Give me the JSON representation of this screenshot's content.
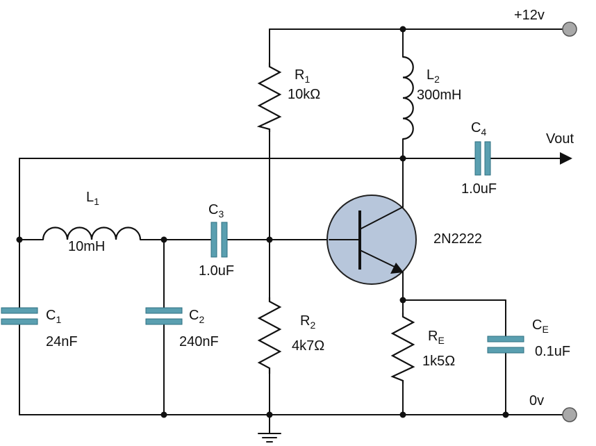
{
  "colors": {
    "wire": "#111111",
    "capacitor_plate": "#5a9fb0",
    "transistor_fill": "#b7c6db",
    "terminal": "#a9a9a9"
  },
  "terminals": {
    "supply": "+12v",
    "ground": "0v",
    "output": "Vout"
  },
  "components": {
    "r1": {
      "designator": "R",
      "sub": "1",
      "value": "10kΩ",
      "icon": "resistor"
    },
    "r2": {
      "designator": "R",
      "sub": "2",
      "value": "4k7Ω",
      "icon": "resistor"
    },
    "re": {
      "designator": "R",
      "sub": "E",
      "value": "1k5Ω",
      "icon": "resistor"
    },
    "l1": {
      "designator": "L",
      "sub": "1",
      "value": "10mH",
      "icon": "inductor"
    },
    "l2": {
      "designator": "L",
      "sub": "2",
      "value": "300mH",
      "icon": "inductor"
    },
    "c1": {
      "designator": "C",
      "sub": "1",
      "value": "24nF",
      "icon": "capacitor"
    },
    "c2": {
      "designator": "C",
      "sub": "2",
      "value": "240nF",
      "icon": "capacitor"
    },
    "c3": {
      "designator": "C",
      "sub": "3",
      "value": "1.0uF",
      "icon": "capacitor"
    },
    "c4": {
      "designator": "C",
      "sub": "4",
      "value": "1.0uF",
      "icon": "capacitor"
    },
    "ce": {
      "designator": "C",
      "sub": "E",
      "value": "0.1uF",
      "icon": "capacitor"
    },
    "q1": {
      "part": "2N2222",
      "icon": "npn-transistor"
    }
  }
}
